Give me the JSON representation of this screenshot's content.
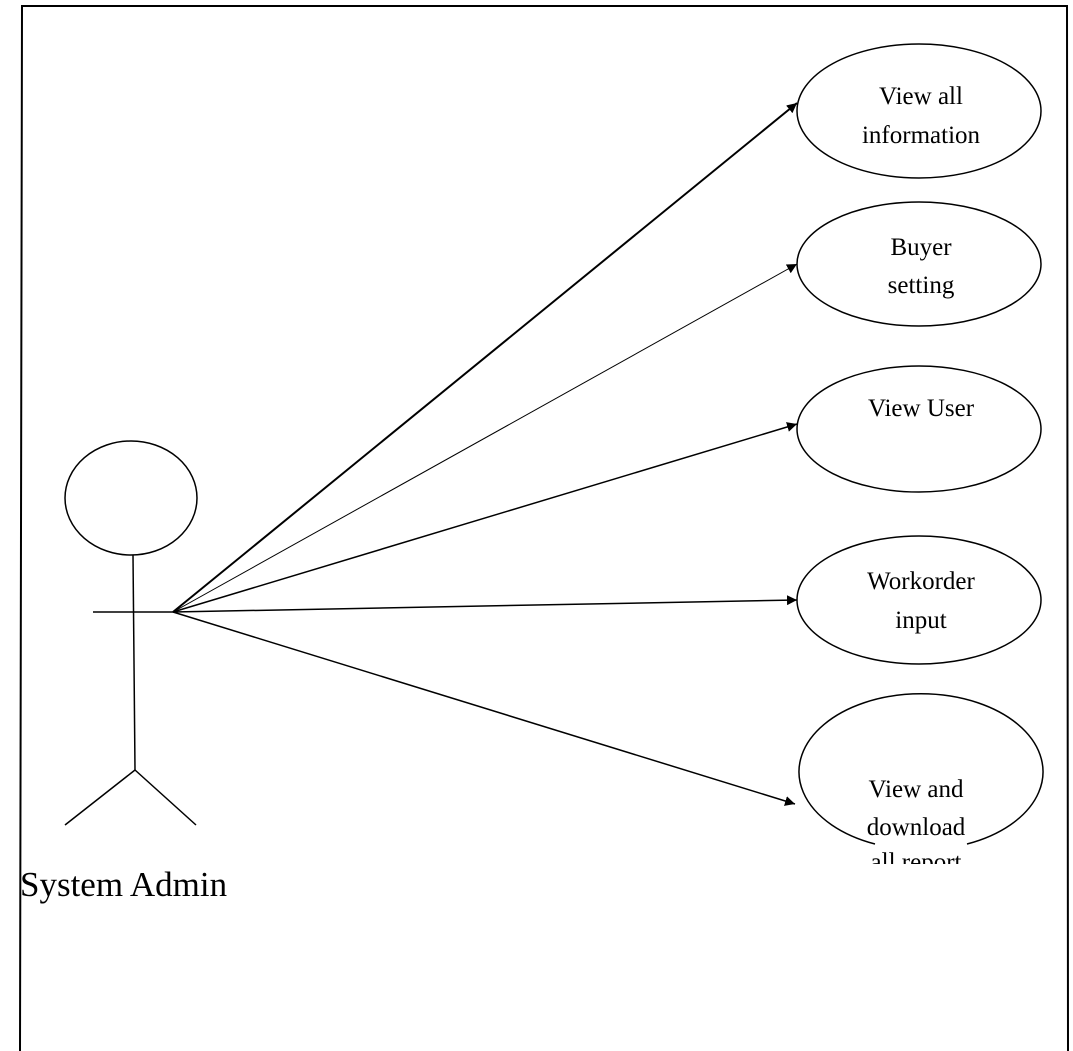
{
  "actor": {
    "name": "System Admin"
  },
  "use_cases": [
    {
      "id": "view-all-information",
      "lines": [
        "View all",
        "information"
      ]
    },
    {
      "id": "buyer-setting",
      "lines": [
        "Buyer",
        "setting"
      ]
    },
    {
      "id": "view-user",
      "lines": [
        "View User"
      ]
    },
    {
      "id": "workorder-input",
      "lines": [
        "Workorder",
        "input"
      ]
    },
    {
      "id": "view-and-download-all-report",
      "lines": [
        "View and",
        "download",
        "all report"
      ]
    }
  ],
  "colors": {
    "stroke": "#000000",
    "background": "#ffffff"
  }
}
